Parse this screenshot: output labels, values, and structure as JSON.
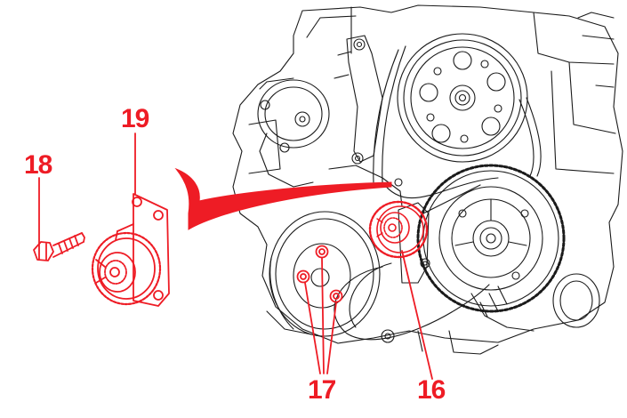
{
  "callouts": {
    "c16": "16",
    "c17": "17",
    "c18": "18",
    "c19": "19"
  },
  "colors": {
    "highlight": "#ee1c25",
    "line": "#1a1a1a",
    "background": "#ffffff"
  },
  "parts": [
    {
      "id": "16",
      "name": "tensioner-pulley"
    },
    {
      "id": "17",
      "name": "pump-pulley-bolts"
    },
    {
      "id": "18",
      "name": "mounting-bolt"
    },
    {
      "id": "19",
      "name": "tensioner-assembly"
    }
  ]
}
